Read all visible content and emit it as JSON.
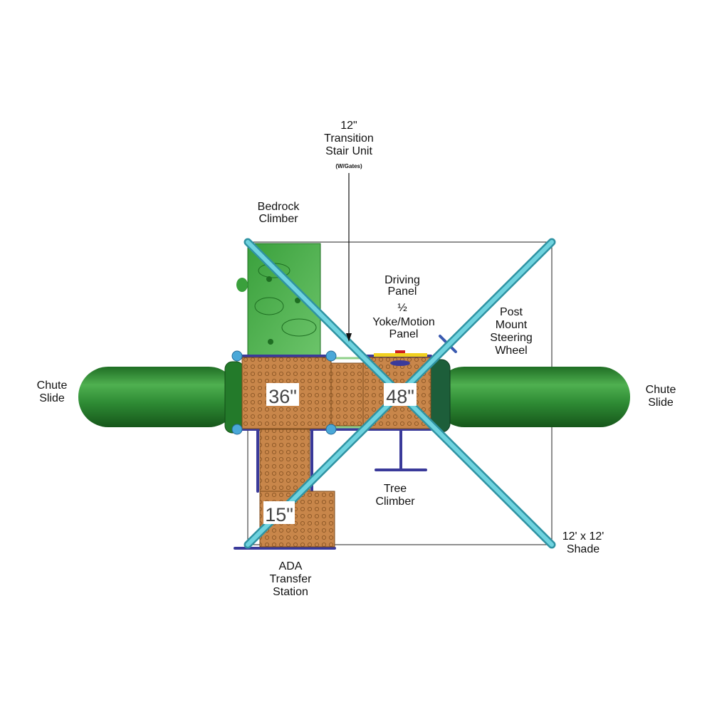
{
  "labels": {
    "stair": {
      "line1": "12\"",
      "line2": "Transition",
      "line3": "Stair Unit",
      "note": "(W/Gates)"
    },
    "bedrock": {
      "line1": "Bedrock",
      "line2": "Climber"
    },
    "driving": {
      "line1": "Driving",
      "line2": "Panel",
      "line3": "½",
      "line4": "Yoke/Motion",
      "line5": "Panel"
    },
    "steering": {
      "line1": "Post",
      "line2": "Mount",
      "line3": "Steering",
      "line4": "Wheel"
    },
    "chute_left": {
      "line1": "Chute",
      "line2": "Slide"
    },
    "chute_right": {
      "line1": "Chute",
      "line2": "Slide"
    },
    "tree": {
      "line1": "Tree",
      "line2": "Climber"
    },
    "shade": {
      "line1": "12' x 12'",
      "line2": "Shade"
    },
    "ada": {
      "line1": "ADA",
      "line2": "Transfer",
      "line3": "Station"
    }
  },
  "heights": {
    "deck_left": "36\"",
    "deck_right": "48\"",
    "ada_step": "15\""
  },
  "colors": {
    "deck": "#c8864a",
    "slide": "#2e8b34",
    "shade_beam": "#5cc8d4",
    "frame": "#3a3a9a"
  }
}
